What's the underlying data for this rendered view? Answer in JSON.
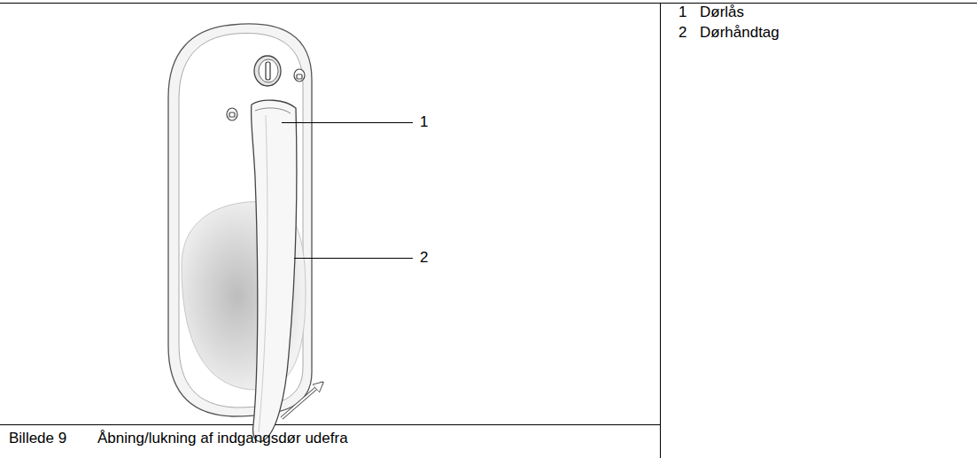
{
  "diagram": {
    "caption": "Åbning/lukning af indgangsdør udefra",
    "labels": [
      "1",
      "2",
      "1",
      "Dørlås",
      "2",
      "Dørhåndtag",
      "Billede 9"
    ]
  }
}
